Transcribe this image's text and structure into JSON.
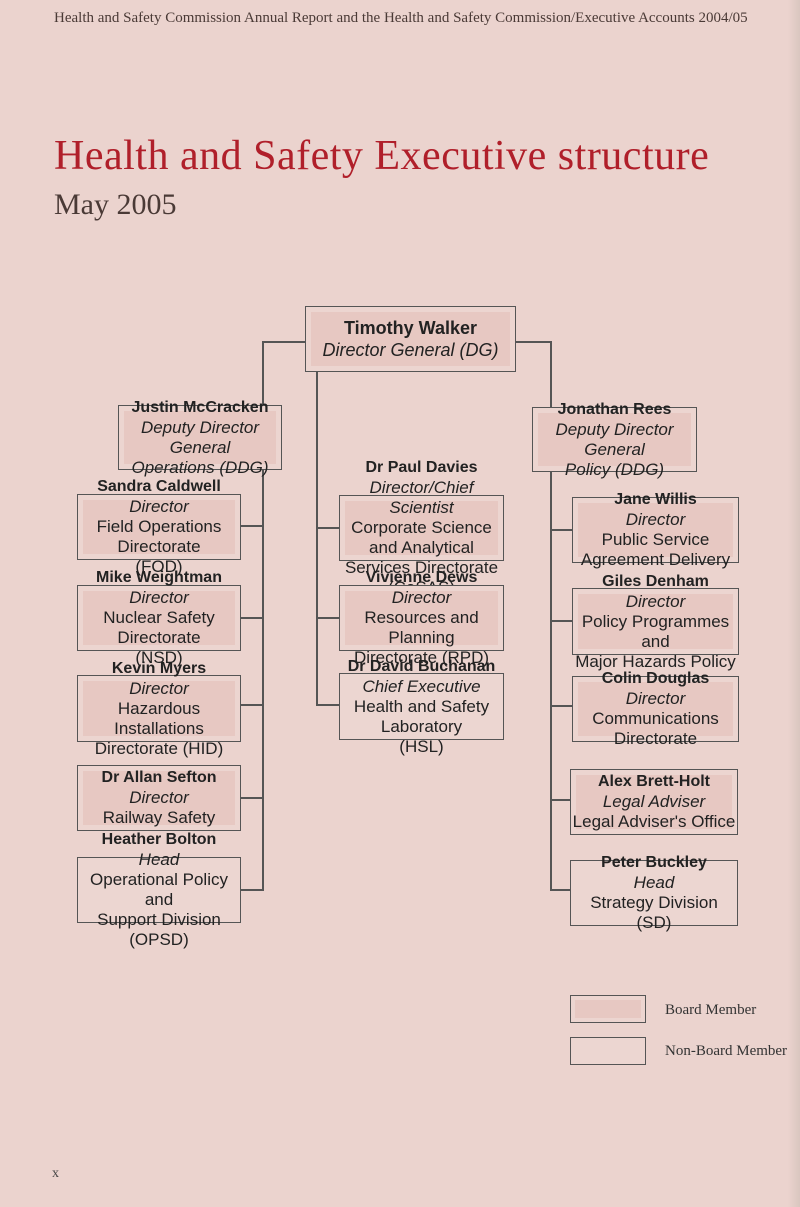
{
  "header": "Health and Safety Commission Annual Report and the Health and Safety Commission/Executive Accounts 2004/05",
  "title": "Health and Safety Executive structure",
  "subtitle": "May 2005",
  "dg": {
    "name": "Timothy Walker",
    "role": "Director General (DG)"
  },
  "ddg_ops": {
    "name": "Justin McCracken",
    "role1": "Deputy Director General",
    "role2": "Operations (DDG)"
  },
  "ddg_policy": {
    "name": "Jonathan Rees",
    "role1": "Deputy Director General",
    "role2": "Policy (DDG)"
  },
  "left": [
    {
      "name": "Sandra Caldwell",
      "role": "Director",
      "org1": "Field Operations Directorate",
      "org2": "(FOD)"
    },
    {
      "name": "Mike Weightman",
      "role": "Director",
      "org1": "Nuclear Safety Directorate",
      "org2": "(NSD)"
    },
    {
      "name": "Kevin Myers",
      "role": "Director",
      "org1": "Hazardous Installations",
      "org2": "Directorate (HID)"
    },
    {
      "name": "Dr Allan Sefton",
      "role": "Director",
      "org1": "Railway Safety",
      "org2": ""
    },
    {
      "name": "Heather Bolton",
      "role": "Head",
      "org1": "Operational Policy and",
      "org2": "Support Division (OPSD)"
    }
  ],
  "center": [
    {
      "name": "Dr Paul Davies",
      "role": "Director/Chief Scientist",
      "org1": "Corporate Science and Analytical",
      "org2": "Services Directorate (CoSAS)"
    },
    {
      "name": "Vivienne Dews",
      "role": "Director",
      "org1": "Resources and Planning",
      "org2": "Directorate (RPD)"
    },
    {
      "name": "Dr David Buchanan",
      "role": "Chief Executive",
      "org1": "Health and Safety Laboratory",
      "org2": "(HSL)"
    }
  ],
  "right": [
    {
      "name": "Jane Willis",
      "role": "Director",
      "org1": "Public Service",
      "org2": "Agreement Delivery"
    },
    {
      "name": "Giles Denham",
      "role": "Director",
      "org1": "Policy Programmes and",
      "org2": "Major Hazards Policy"
    },
    {
      "name": "Colin Douglas",
      "role": "Director",
      "org1": "Communications Directorate",
      "org2": ""
    },
    {
      "name": "Alex Brett-Holt",
      "role": "Legal Adviser",
      "org1": "Legal Adviser's Office",
      "org2": ""
    },
    {
      "name": "Peter Buckley",
      "role": "Head",
      "org1": "Strategy Division (SD)",
      "org2": ""
    }
  ],
  "legend": {
    "board": "Board Member",
    "nonboard": "Non-Board Member"
  },
  "page_mark": "x"
}
